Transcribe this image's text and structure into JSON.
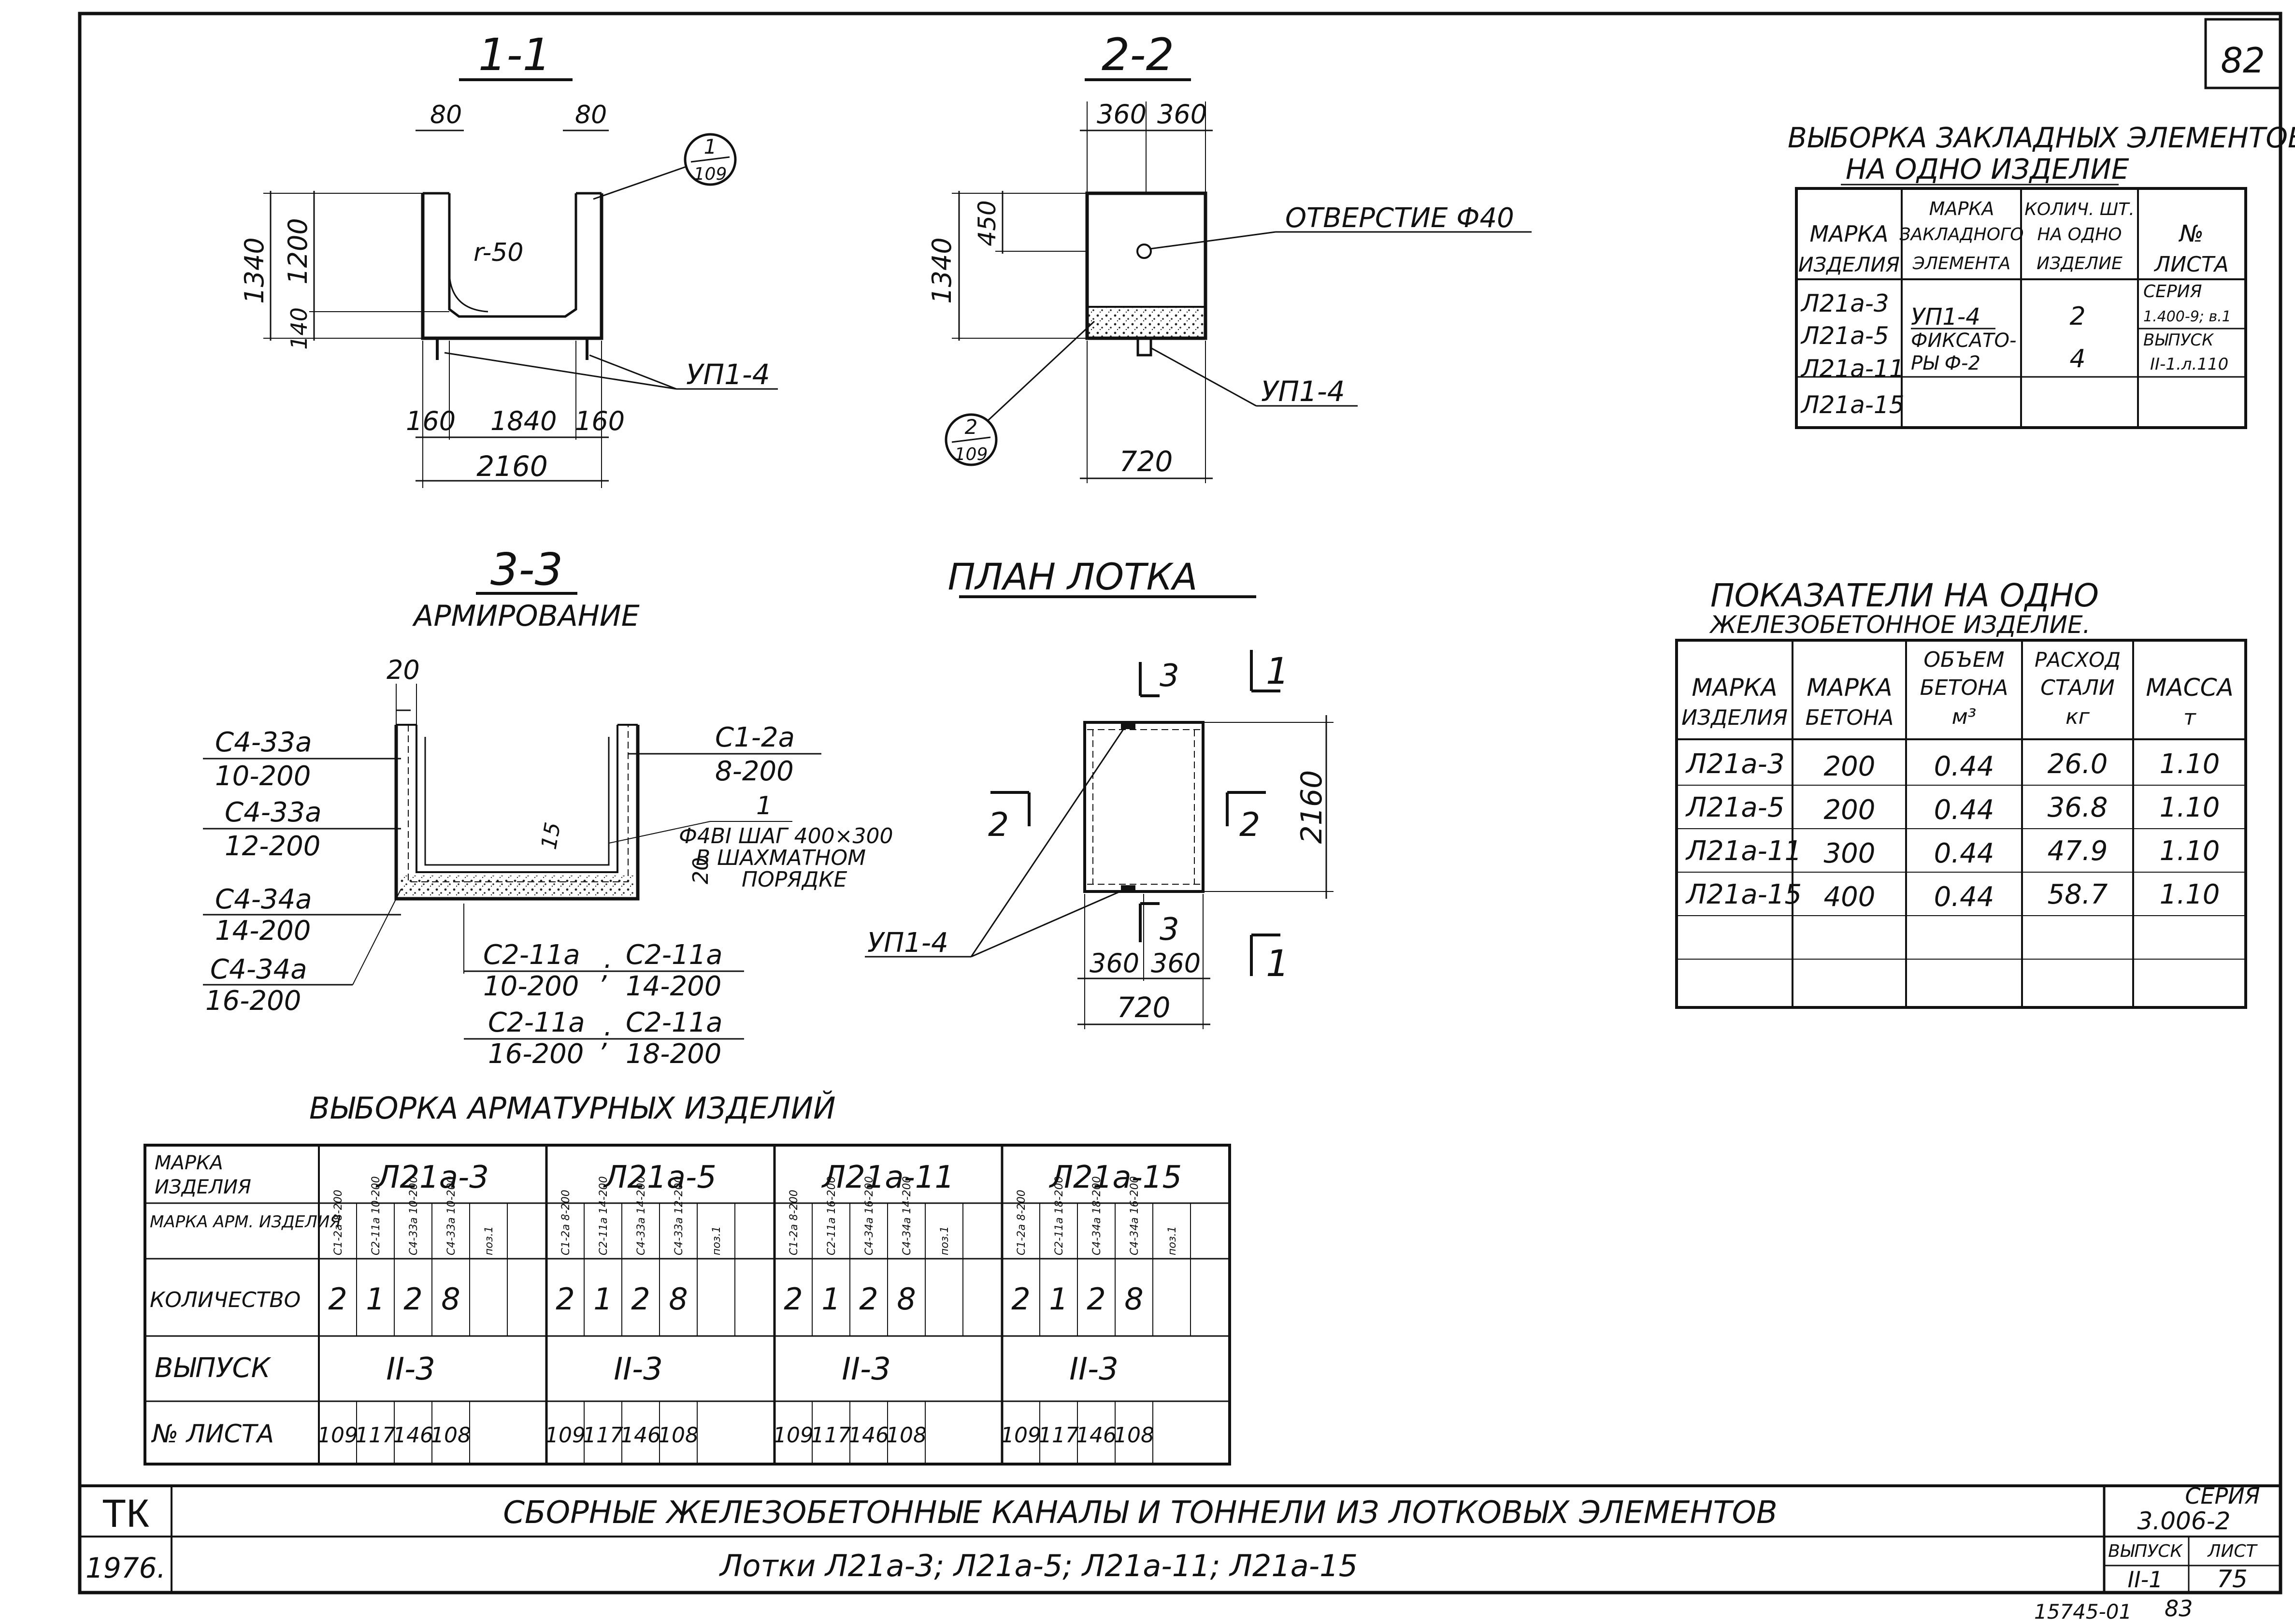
{
  "page_number": "82",
  "sections": {
    "s11": {
      "title": "1-1",
      "dims": {
        "top_left": "80",
        "top_right": "80",
        "height_total": "1340",
        "height_inner": "1200",
        "bottom": "140",
        "radius": "r-50",
        "bot_left": "160",
        "bot_mid": "1840",
        "bot_right": "160",
        "total_width": "2160"
      },
      "callout": {
        "num": "1",
        "den": "109"
      },
      "label_up": "УП1-4"
    },
    "s22": {
      "title": "2-2",
      "dims": {
        "top_left": "360",
        "top_right": "360",
        "height_total": "1340",
        "hole_offset": "450",
        "width": "720"
      },
      "hole_label": "отверстие ф40",
      "callout": {
        "num": "2",
        "den": "109"
      },
      "label_up": "УП1-4"
    },
    "s33": {
      "title": "3-3",
      "subtitle": "армирование",
      "dim_20": "20",
      "dim_15": "15",
      "dim_20b": "20",
      "left_labels": [
        {
          "top": "С4-33а",
          "bot": "10-200"
        },
        {
          "top": "С4-33а",
          "bot": "12-200"
        },
        {
          "top": "С4-34а",
          "bot": "14-200"
        },
        {
          "top": "С4-34а",
          "bot": "16-200"
        }
      ],
      "right_label": {
        "top": "С1-2а",
        "bot": "8-200",
        "pos": "1"
      },
      "note_lines": [
        "ф4ВI шаг 400×300",
        "в шахматном",
        "порядке"
      ],
      "bottom_labels": [
        {
          "a_top": "С2-11а",
          "a_bot": "10-200",
          "sep": ";",
          "b_top": "С2-11а",
          "b_bot": "14-200"
        },
        {
          "a_top": "С2-11а",
          "a_bot": "16-200",
          "sep": ";",
          "b_top": "С2-11а",
          "b_bot": "18-200"
        }
      ]
    },
    "plan": {
      "title": "План лотка",
      "marks": {
        "s3": "3",
        "s1": "1",
        "s2": "2"
      },
      "dims": {
        "height": "2160",
        "left": "360",
        "right": "360",
        "width": "720"
      },
      "label_up": "УП1-4"
    }
  },
  "embedded_table": {
    "title_lines": [
      "Выборка закладных элементов",
      "на одно изделие"
    ],
    "headers": [
      [
        "Марка",
        "изделия"
      ],
      [
        "Марка",
        "закладного",
        "элемента"
      ],
      [
        "Колич. шт.",
        "на одно",
        "изделие"
      ],
      [
        "№",
        "листа"
      ]
    ],
    "marks": [
      "Л21а-3",
      "Л21а-5",
      "Л21а-11",
      "Л21а-15"
    ],
    "elements": [
      "УП1-4",
      "фиксато-",
      "ры ф-2"
    ],
    "counts": [
      "2",
      "4"
    ],
    "sheet_ref": [
      "серия",
      "1.400-9; в.1",
      "выпуск",
      "II-1.л.110"
    ]
  },
  "indicators_table": {
    "title_lines": [
      "Показатели на одно",
      "железобетонное изделие."
    ],
    "headers": [
      [
        "Марка",
        "изделия"
      ],
      [
        "Марка",
        "бетона"
      ],
      [
        "Объем",
        "бетона",
        "м³"
      ],
      [
        "Расход",
        "стали",
        "кг"
      ],
      [
        "Масса",
        "т"
      ]
    ],
    "rows": [
      [
        "Л21а-3",
        "200",
        "0.44",
        "26.0",
        "1.10"
      ],
      [
        "Л21а-5",
        "200",
        "0.44",
        "36.8",
        "1.10"
      ],
      [
        "Л21а-11",
        "300",
        "0.44",
        "47.9",
        "1.10"
      ],
      [
        "Л21а-15",
        "400",
        "0.44",
        "58.7",
        "1.10"
      ]
    ]
  },
  "rebar_table": {
    "title": "Выборка арматурных изделий",
    "row_labels": [
      "Марка изделия",
      "Марка арм. изделия",
      "количество",
      "Выпуск",
      "№ листа"
    ],
    "groups": [
      {
        "name": "Л21а-3",
        "items": [
          "С1-2а 8-200",
          "С2-11а 10-200",
          "С4-33а 10-200",
          "С4-33а 10-200",
          "поз.1"
        ],
        "qty": [
          "2",
          "1",
          "2",
          "8"
        ],
        "issue": "II-3",
        "sheets": [
          "109",
          "117",
          "146",
          "108"
        ]
      },
      {
        "name": "Л21а-5",
        "items": [
          "С1-2а 8-200",
          "С2-11а 14-200",
          "С4-33а 14-200",
          "С4-33а 12-200",
          "поз.1"
        ],
        "qty": [
          "2",
          "1",
          "2",
          "8"
        ],
        "issue": "II-3",
        "sheets": [
          "109",
          "117",
          "146",
          "108"
        ]
      },
      {
        "name": "Л21а-11",
        "items": [
          "С1-2а 8-200",
          "С2-11а 16-200",
          "С4-34а 16-200",
          "С4-34а 14-200",
          "поз.1"
        ],
        "qty": [
          "2",
          "1",
          "2",
          "8"
        ],
        "issue": "II-3",
        "sheets": [
          "109",
          "117",
          "146",
          "108"
        ]
      },
      {
        "name": "Л21а-15",
        "items": [
          "С1-2а 8-200",
          "С2-11а 18-200",
          "С4-34а 18-200",
          "С4-34а 16-200",
          "поз.1"
        ],
        "qty": [
          "2",
          "1",
          "2",
          "8"
        ],
        "issue": "II-3",
        "sheets": [
          "109",
          "117",
          "146",
          "108"
        ]
      }
    ]
  },
  "title_block": {
    "org": "ТК",
    "year": "1976.",
    "main_title": "Сборные железобетонные каналы и тоннели из лотковых элементов",
    "sub_title": "Лотки Л21а-3; Л21а-5; Л21а-11; Л21а-15",
    "series_label": "серия",
    "series_value": "3.006-2",
    "issue_label": "выпуск",
    "sheet_label": "лист",
    "issue_value": "II-1",
    "sheet_value": "75"
  },
  "footer": {
    "archive": "15745-01",
    "page": "83"
  }
}
